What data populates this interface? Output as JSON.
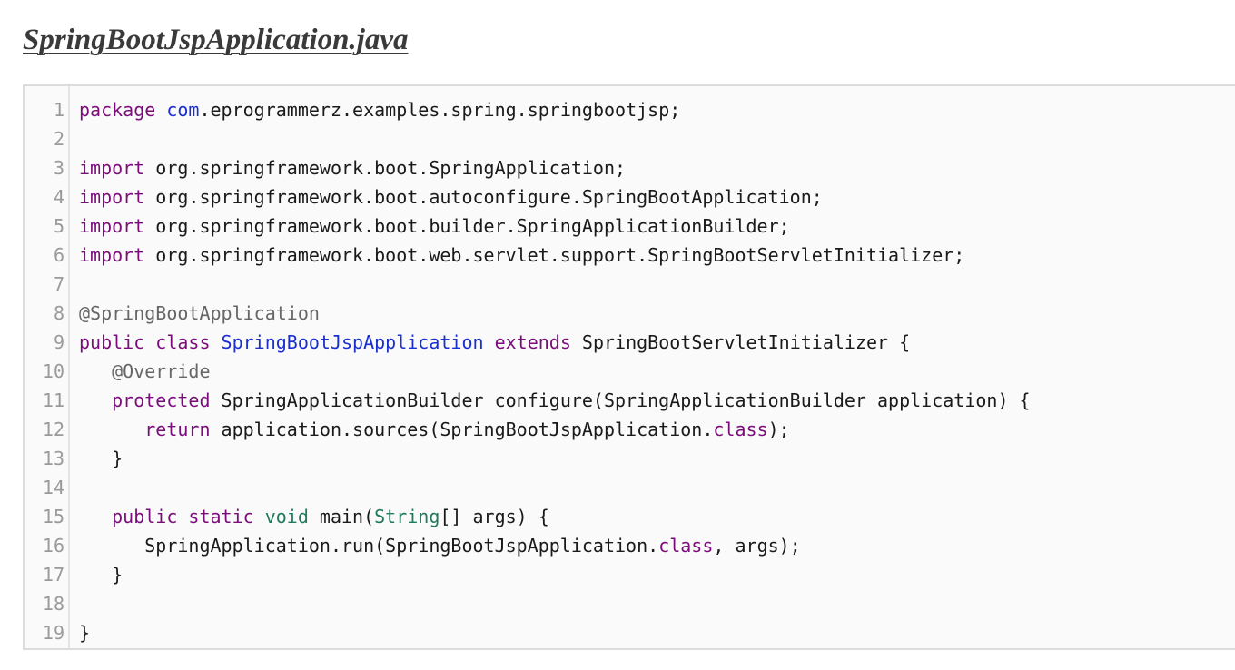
{
  "page": {
    "title": "SpringBootJspApplication.java"
  },
  "colors": {
    "keyword": "#7a0d7a",
    "type_name": "#1a2fd0",
    "annotation": "#666666",
    "primitive": "#237a5b",
    "plain": "#1a1a1a",
    "line_number": "#9a9a9a",
    "code_background": "#fafafa"
  },
  "code": {
    "lines": [
      {
        "num": "1",
        "indent": "",
        "tokens": [
          [
            "package",
            "kw"
          ],
          [
            " ",
            ""
          ],
          [
            "com",
            "ty"
          ],
          [
            ".eprogrammerz.examples.spring.springbootjsp;",
            ""
          ]
        ]
      },
      {
        "num": "2",
        "indent": "",
        "tokens": []
      },
      {
        "num": "3",
        "indent": "",
        "tokens": [
          [
            "import",
            "kw"
          ],
          [
            " org.springframework.boot.SpringApplication;",
            ""
          ]
        ]
      },
      {
        "num": "4",
        "indent": "",
        "tokens": [
          [
            "import",
            "kw"
          ],
          [
            " org.springframework.boot.autoconfigure.SpringBootApplication;",
            ""
          ]
        ]
      },
      {
        "num": "5",
        "indent": "",
        "tokens": [
          [
            "import",
            "kw"
          ],
          [
            " org.springframework.boot.builder.SpringApplicationBuilder;",
            ""
          ]
        ]
      },
      {
        "num": "6",
        "indent": "",
        "tokens": [
          [
            "import",
            "kw"
          ],
          [
            " org.springframework.boot.web.servlet.support.SpringBootServletInitializer;",
            ""
          ]
        ]
      },
      {
        "num": "7",
        "indent": "",
        "tokens": []
      },
      {
        "num": "8",
        "indent": "",
        "tokens": [
          [
            "@SpringBootApplication",
            "ann"
          ]
        ]
      },
      {
        "num": "9",
        "indent": "",
        "tokens": [
          [
            "public class",
            "kw"
          ],
          [
            " ",
            ""
          ],
          [
            "SpringBootJspApplication",
            "ty"
          ],
          [
            " ",
            ""
          ],
          [
            "extends",
            "kw"
          ],
          [
            " SpringBootServletInitializer {",
            ""
          ]
        ]
      },
      {
        "num": "10",
        "indent": "   ",
        "tokens": [
          [
            "@Override",
            "ann"
          ]
        ]
      },
      {
        "num": "11",
        "indent": "   ",
        "tokens": [
          [
            "protected",
            "kw"
          ],
          [
            " SpringApplicationBuilder configure(SpringApplicationBuilder application) {",
            ""
          ]
        ]
      },
      {
        "num": "12",
        "indent": "      ",
        "tokens": [
          [
            "return",
            "kw"
          ],
          [
            " application.sources(SpringBootJspApplication.",
            ""
          ],
          [
            "class",
            "kw"
          ],
          [
            ");",
            ""
          ]
        ]
      },
      {
        "num": "13",
        "indent": "   ",
        "tokens": [
          [
            "}",
            ""
          ]
        ]
      },
      {
        "num": "14",
        "indent": "",
        "tokens": []
      },
      {
        "num": "15",
        "indent": "   ",
        "tokens": [
          [
            "public static",
            "kw"
          ],
          [
            " ",
            ""
          ],
          [
            "void",
            "prim"
          ],
          [
            " main(",
            ""
          ],
          [
            "String",
            "prim"
          ],
          [
            "[] args) {",
            ""
          ]
        ]
      },
      {
        "num": "16",
        "indent": "      ",
        "tokens": [
          [
            "SpringApplication.run(SpringBootJspApplication.",
            ""
          ],
          [
            "class",
            "kw"
          ],
          [
            ", args);",
            ""
          ]
        ]
      },
      {
        "num": "17",
        "indent": "   ",
        "tokens": [
          [
            "}",
            ""
          ]
        ]
      },
      {
        "num": "18",
        "indent": "",
        "tokens": []
      },
      {
        "num": "19",
        "indent": "",
        "tokens": [
          [
            "}",
            ""
          ]
        ]
      }
    ]
  }
}
